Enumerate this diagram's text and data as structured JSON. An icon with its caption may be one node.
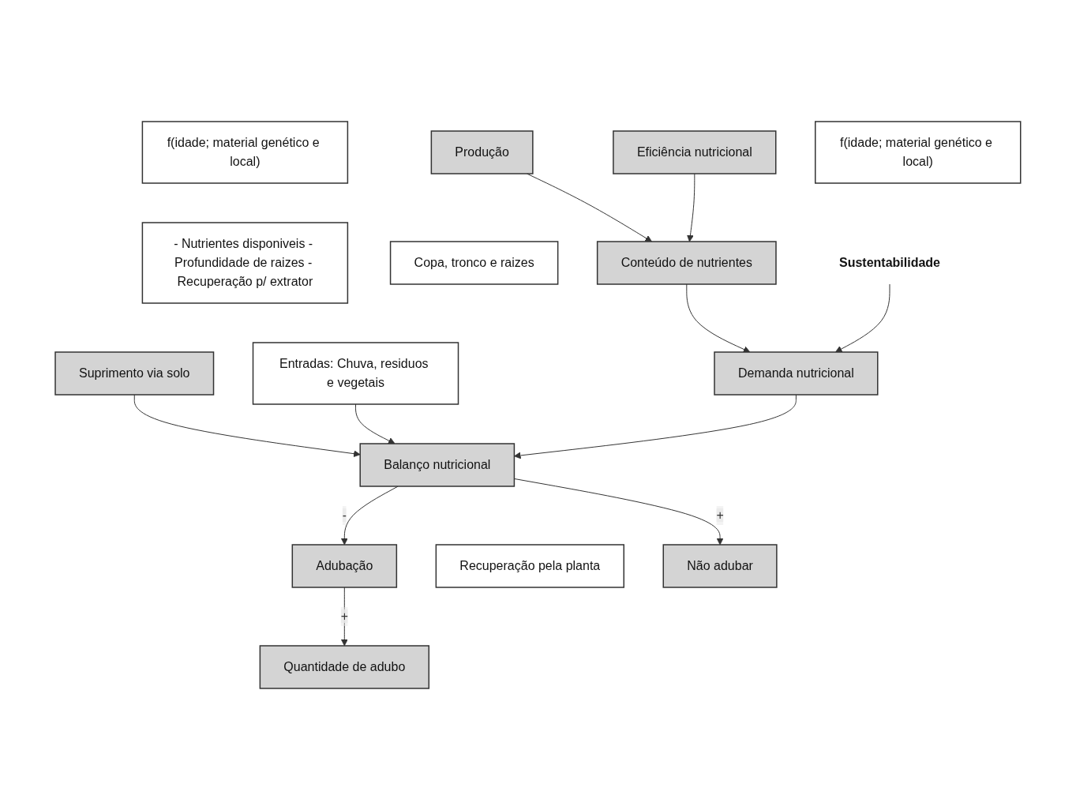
{
  "diagram": {
    "nodes": [
      {
        "text": [
          "f(idade; material genético e local)"
        ]
      },
      {
        "text": [
          "Produção"
        ]
      },
      {
        "text": [
          "Eficiência nutricional"
        ]
      },
      {
        "text": [
          "f(idade; material genético e local)"
        ]
      },
      {
        "text": [
          "Conteúdo de nutrientes"
        ]
      },
      {
        "text": [
          "Copa, tronco e raizes"
        ]
      },
      {
        "text": [
          "Sustentabilidade"
        ]
      },
      {
        "text": [
          "- Nutrientes disponiveis - Profundidade de raizes - Recuperação p/ extrator"
        ]
      },
      {
        "text": [
          "Suprimento via solo"
        ]
      },
      {
        "text": [
          "Demanda nutricional"
        ]
      },
      {
        "text": [
          "Entradas: Chuva, residuos e vegetais"
        ]
      },
      {
        "text": [
          "Balanço nutricional"
        ]
      },
      {
        "text": [
          "Adubação"
        ]
      },
      {
        "text": [
          "Recuperação pela planta"
        ]
      },
      {
        "text": [
          "Não adubar"
        ]
      },
      {
        "text": [
          "Quantidade de adubo"
        ]
      }
    ],
    "edges": [
      {
        "from": 1,
        "to": 4,
        "arrow": "to"
      },
      {
        "from": 2,
        "to": 4,
        "arrow": "to"
      },
      {
        "from": 4,
        "to": 9,
        "arrow": "to"
      },
      {
        "from": 6,
        "to": 9,
        "arrow": "to"
      },
      {
        "from": 8,
        "to": 11,
        "arrow": "to"
      },
      {
        "from": 10,
        "to": 11,
        "arrow": "to"
      },
      {
        "from": 9,
        "to": 11,
        "arrow": "to"
      },
      {
        "from": 11,
        "to": 12,
        "label": "-",
        "arrow": "to"
      },
      {
        "from": 11,
        "to": 14,
        "label": "+",
        "arrow": "to"
      },
      {
        "from": 12,
        "to": 15,
        "label": "+",
        "arrow": "to"
      }
    ]
  }
}
